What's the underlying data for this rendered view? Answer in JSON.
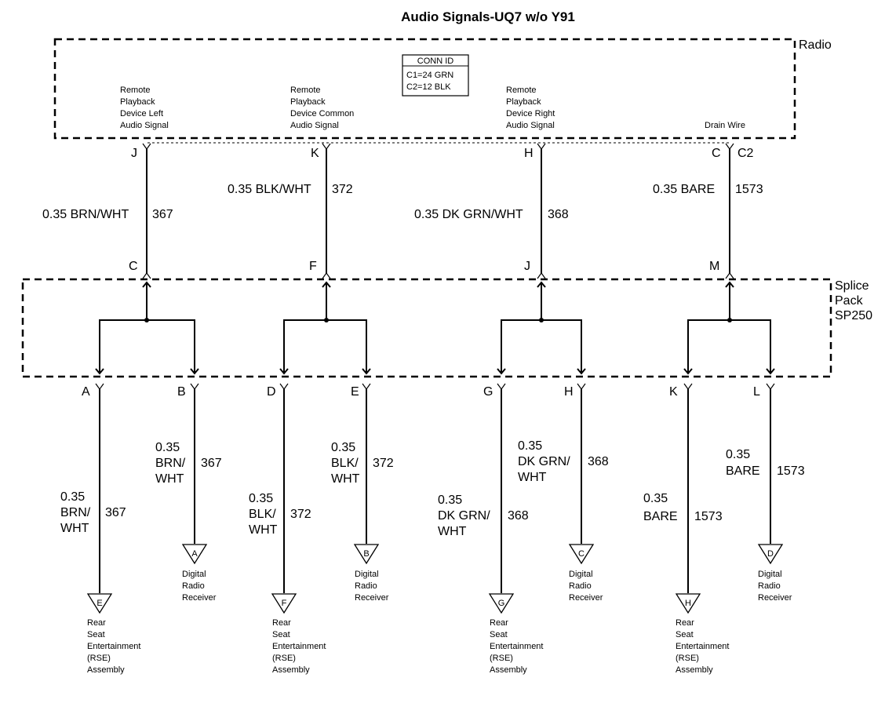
{
  "title": "Audio Signals-UQ7 w/o Y91",
  "radio": {
    "label": "Radio",
    "conn_id": {
      "header": "CONN ID",
      "c1": "C1=24 GRN",
      "c2": "C2=12 BLK"
    },
    "signals": [
      [
        "Remote",
        "Playback",
        "Device Left",
        "Audio Signal"
      ],
      [
        "Remote",
        "Playback",
        "Device Common",
        "Audio Signal"
      ],
      [
        "Remote",
        "Playback",
        "Device Right",
        "Audio Signal"
      ],
      [
        "Drain Wire"
      ]
    ],
    "pins": [
      "J",
      "K",
      "H",
      "C"
    ],
    "c2_label": "C2"
  },
  "upper_wires": [
    {
      "label": "0.35 BRN/WHT",
      "circuit": "367"
    },
    {
      "label": "0.35 BLK/WHT",
      "circuit": "372"
    },
    {
      "label": "0.35 DK GRN/WHT",
      "circuit": "368"
    },
    {
      "label": "0.35 BARE",
      "circuit": "1573"
    }
  ],
  "splice_pack": {
    "label": [
      "Splice",
      "Pack",
      "SP250"
    ],
    "input_pins": [
      "C",
      "F",
      "J",
      "M"
    ],
    "output_pins": [
      "A",
      "B",
      "D",
      "E",
      "G",
      "H",
      "K",
      "L"
    ]
  },
  "lower_wires": [
    {
      "label": [
        "0.35",
        "BRN/",
        "WHT"
      ],
      "circuit": "367"
    },
    {
      "label": [
        "0.35",
        "BRN/",
        "WHT"
      ],
      "circuit": "367"
    },
    {
      "label": [
        "0.35",
        "BLK/",
        "WHT"
      ],
      "circuit": "372"
    },
    {
      "label": [
        "0.35",
        "BLK/",
        "WHT"
      ],
      "circuit": "372"
    },
    {
      "label": [
        "0.35",
        "DK GRN/",
        "WHT"
      ],
      "circuit": "368"
    },
    {
      "label": [
        "0.35",
        "DK GRN/",
        "WHT"
      ],
      "circuit": "368"
    },
    {
      "label": [
        "0.35",
        "BARE"
      ],
      "circuit": "1573"
    },
    {
      "label": [
        "0.35",
        "BARE"
      ],
      "circuit": "1573"
    }
  ],
  "destinations": [
    {
      "symbol": "E",
      "label": [
        "Rear",
        "Seat",
        "Entertainment",
        "(RSE)",
        "Assembly"
      ]
    },
    {
      "symbol": "A",
      "label": [
        "Digital",
        "Radio",
        "Receiver"
      ]
    },
    {
      "symbol": "F",
      "label": [
        "Rear",
        "Seat",
        "Entertainment",
        "(RSE)",
        "Assembly"
      ]
    },
    {
      "symbol": "B",
      "label": [
        "Digital",
        "Radio",
        "Receiver"
      ]
    },
    {
      "symbol": "G",
      "label": [
        "Rear",
        "Seat",
        "Entertainment",
        "(RSE)",
        "Assembly"
      ]
    },
    {
      "symbol": "C",
      "label": [
        "Digital",
        "Radio",
        "Receiver"
      ]
    },
    {
      "symbol": "H",
      "label": [
        "Rear",
        "Seat",
        "Entertainment",
        "(RSE)",
        "Assembly"
      ]
    },
    {
      "symbol": "D",
      "label": [
        "Digital",
        "Radio",
        "Receiver"
      ]
    }
  ]
}
